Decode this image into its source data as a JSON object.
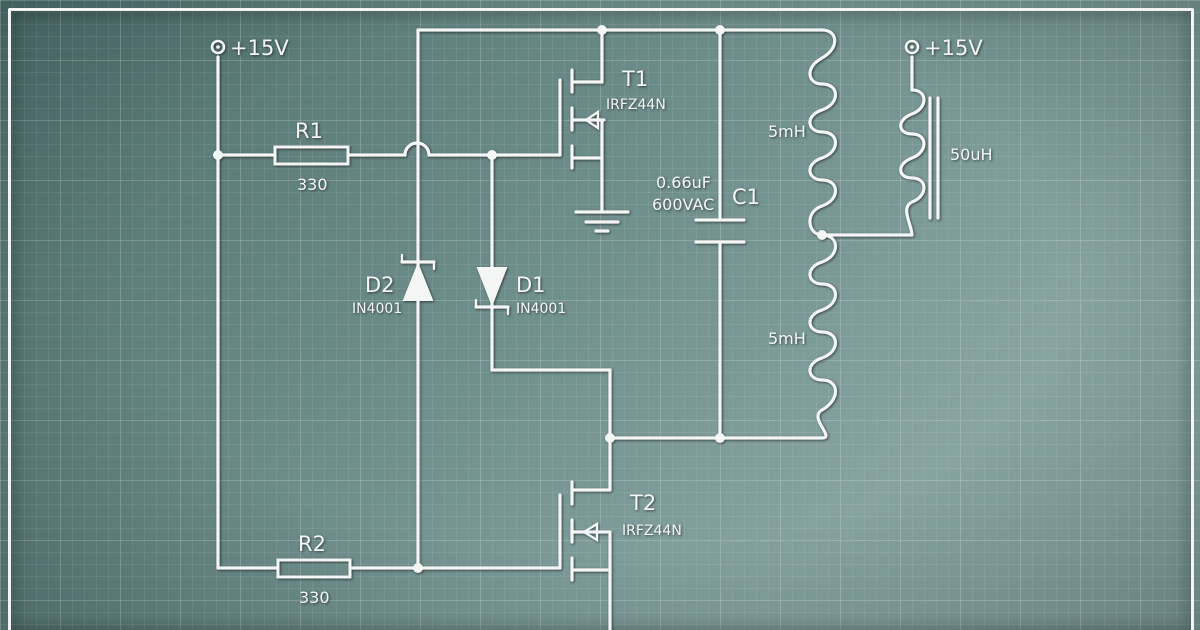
{
  "supply_top_left": "+15V",
  "supply_top_right": "+15V",
  "r1": {
    "name": "R1",
    "value": "330"
  },
  "r2": {
    "name": "R2",
    "value": "330"
  },
  "t1": {
    "name": "T1",
    "part": "IRFZ44N"
  },
  "t2": {
    "name": "T2",
    "part": "IRFZ44N"
  },
  "d1": {
    "name": "D1",
    "part": "IN4001"
  },
  "d2": {
    "name": "D2",
    "part": "IN4001"
  },
  "c1": {
    "name": "C1",
    "value": "0.66uF",
    "rating": "600VAC"
  },
  "l_upper": {
    "value": "5mH"
  },
  "l_lower": {
    "value": "5mH"
  },
  "choke": {
    "value": "50uH"
  }
}
